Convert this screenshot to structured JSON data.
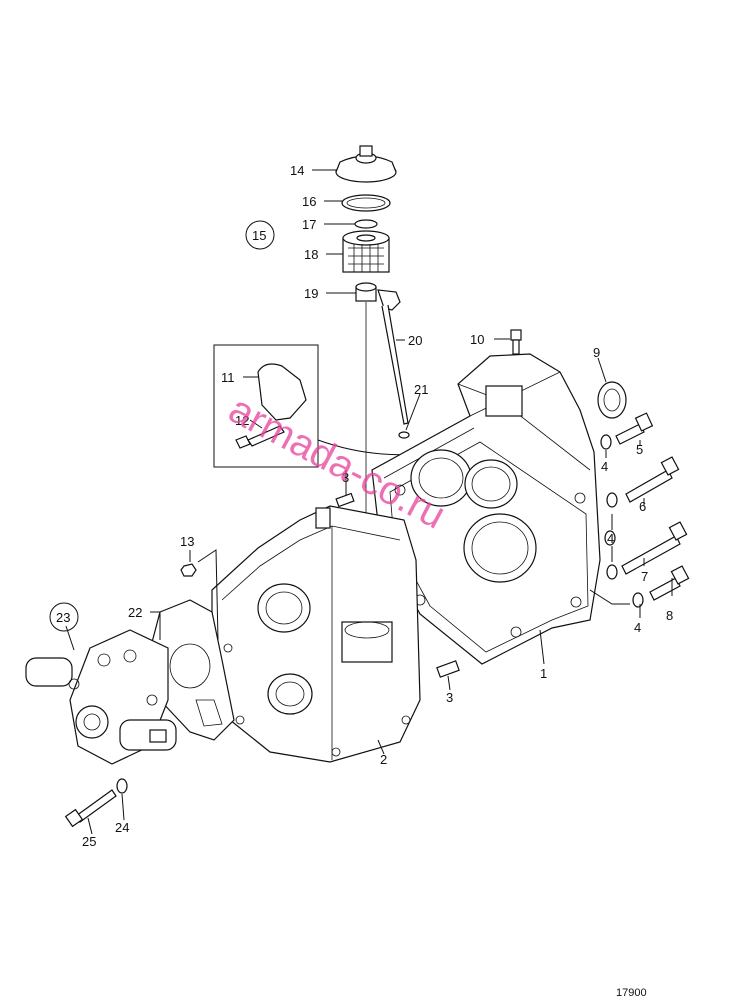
{
  "callouts": {
    "c1": "1",
    "c2": "2",
    "c3a": "3",
    "c3b": "3",
    "c4a": "4",
    "c4b": "4",
    "c4c": "4",
    "c5": "5",
    "c6": "6",
    "c7": "7",
    "c8": "8",
    "c9": "9",
    "c10": "10",
    "c11": "11",
    "c12": "12",
    "c13": "13",
    "c14": "14",
    "c15": "15",
    "c16": "16",
    "c17": "17",
    "c18": "18",
    "c19": "19",
    "c20": "20",
    "c21": "21",
    "c22": "22",
    "c23": "23",
    "c24": "24",
    "c25": "25"
  },
  "figure_ref": "17900",
  "watermark": "armada-co.ru",
  "colors": {
    "ink": "#111111",
    "watermark": "#e8409c",
    "background": "#ffffff"
  }
}
